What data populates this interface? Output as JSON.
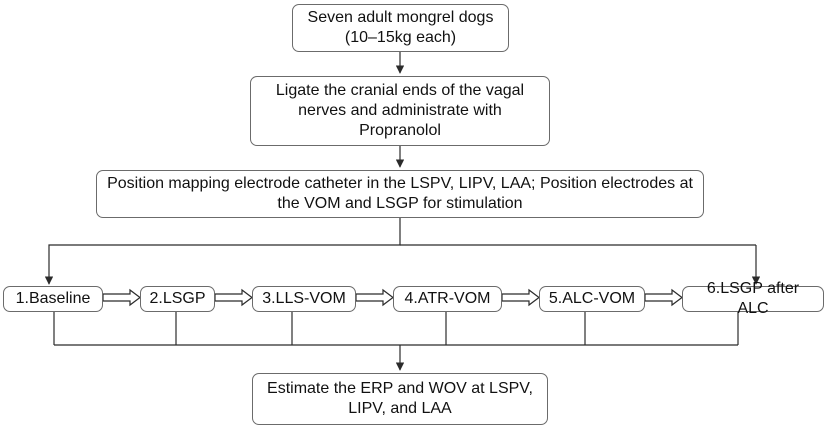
{
  "flow": {
    "top": [
      "Seven adult mongrel dogs",
      "(10–15kg each)"
    ],
    "vagal": [
      "Ligate the cranial ends of the vagal",
      "nerves and administrate with",
      "Propranolol"
    ],
    "mapping": [
      "Position mapping electrode catheter in the LSPV, LIPV, LAA; Position electrodes at",
      "the VOM and LSGP for stimulation"
    ],
    "steps": [
      "1.Baseline",
      "2.LSGP",
      "3.LLS-VOM",
      "4.ATR-VOM",
      "5.ALC-VOM",
      "6.LSGP after ALC"
    ],
    "estimate": [
      "Estimate the ERP and WOV at LSPV,",
      "LIPV, and LAA"
    ]
  },
  "colors": {
    "line": "#2b2b2b",
    "border": "#6b6b6b"
  }
}
